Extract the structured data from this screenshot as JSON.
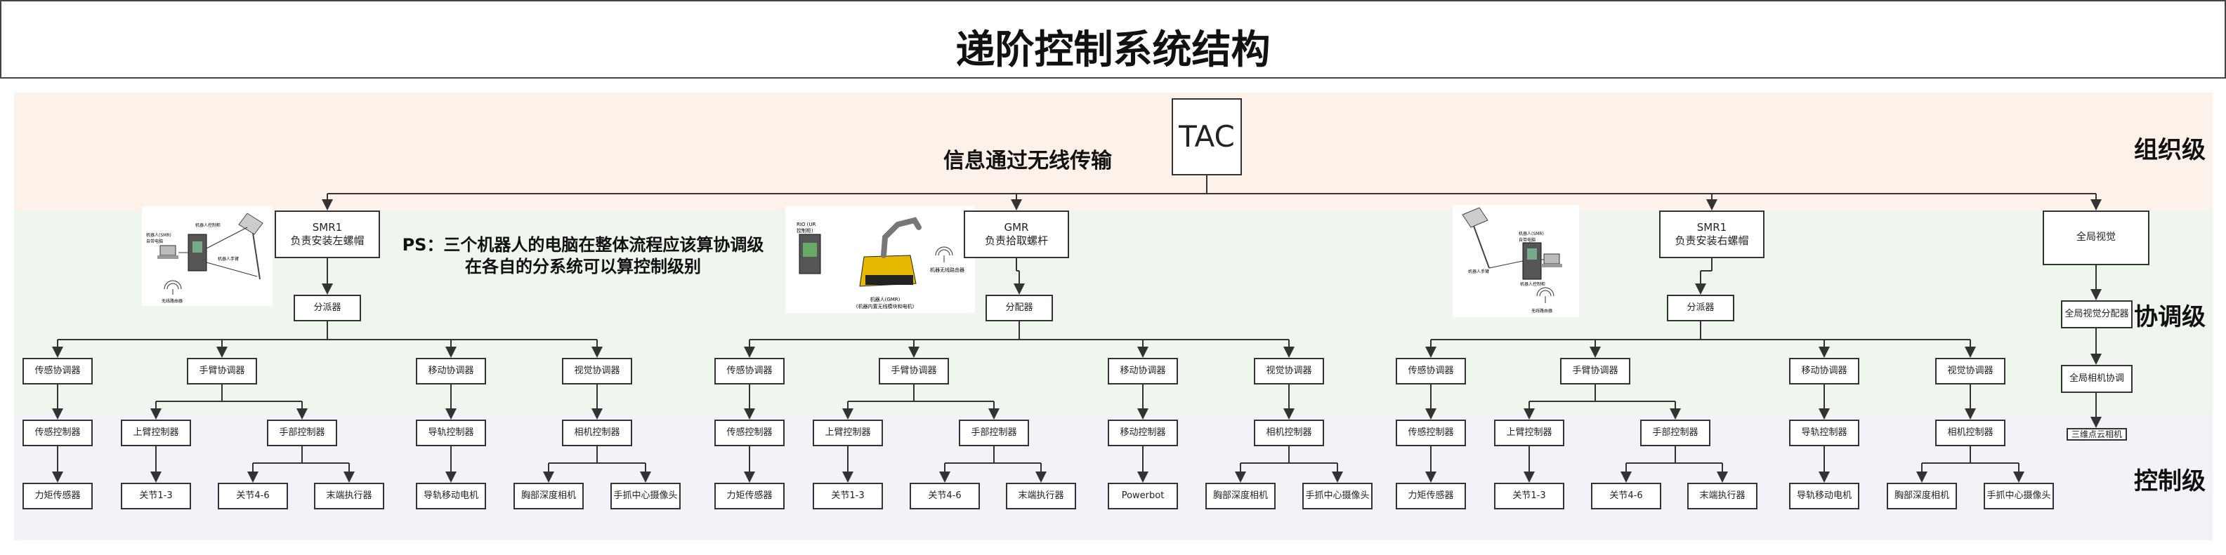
{
  "title": "递阶控制系统结构",
  "levels": {
    "org": "组织级",
    "coord": "协调级",
    "control": "控制级"
  },
  "colors": {
    "org_band": "#fdf2ea",
    "coord_band": "#eff6ee",
    "control_band": "#f4f1f8",
    "line": "#333333"
  },
  "tac": "TAC",
  "wireless_note": "信息通过无线传输",
  "ps_note": "PS：三个机器人的电脑在整体流程应该算协调级\n在各自的分系统可以算控制级别",
  "photos": {
    "smr1_left": {
      "labels": {
        "pc": "机器人(SMR)\n自带电脑",
        "cabinet": "机器人控制柜",
        "arm": "机器人手臂",
        "wireless": "无线路由器"
      }
    },
    "gmr": {
      "labels": {
        "rio": "RIO (UR\n控制柜)",
        "base": "机器人(GMR)\n(机器内置无线模块和电机)",
        "wireless": "机器无线路由器"
      }
    },
    "smr1_right": {
      "labels": {
        "pc": "机器人(SMR)\n自带电脑",
        "arm": "机器人手臂",
        "cabinet": "机器人控制柜",
        "wireless": "无线路由器"
      }
    }
  },
  "subsystems": {
    "smr1_left": {
      "head": "SMR1\n负责安装左螺帽",
      "splitter": "分派器",
      "coordinators": [
        "传感协调器",
        "手臂协调器",
        "移动协调器",
        "视觉协调器"
      ],
      "controllers": [
        "传感控制器",
        "上臂控制器",
        "手部控制器",
        "导轨控制器",
        "相机控制器"
      ],
      "actuators": [
        "力矩传感器",
        "关节1-3",
        "关节4-6",
        "末端执行器",
        "导轨移动电机",
        "胸部深度相机",
        "手抓中心摄像头"
      ]
    },
    "gmr": {
      "head": "GMR\n负责拾取螺杆",
      "splitter": "分配器",
      "coordinators": [
        "传感协调器",
        "手臂协调器",
        "移动协调器",
        "视觉协调器"
      ],
      "controllers": [
        "传感控制器",
        "上臂控制器",
        "手部控制器",
        "移动控制器",
        "相机控制器"
      ],
      "actuators": [
        "力矩传感器",
        "关节1-3",
        "关节4-6",
        "末端执行器",
        "Powerbot",
        "胸部深度相机",
        "手抓中心摄像头"
      ]
    },
    "smr1_right": {
      "head": "SMR1\n负责安装右螺帽",
      "splitter": "分派器",
      "coordinators": [
        "传感协调器",
        "手臂协调器",
        "移动协调器",
        "视觉协调器"
      ],
      "controllers": [
        "传感控制器",
        "上臂控制器",
        "手部控制器",
        "导轨控制器",
        "相机控制器"
      ],
      "actuators": [
        "力矩传感器",
        "关节1-3",
        "关节4-6",
        "末端执行器",
        "导轨移动电机",
        "胸部深度相机",
        "手抓中心摄像头"
      ]
    }
  },
  "global_vision": {
    "head": "全局视觉",
    "dispatcher": "全局视觉分配器",
    "camera_coord": "全局相机协调",
    "camera": "三维点云相机"
  }
}
